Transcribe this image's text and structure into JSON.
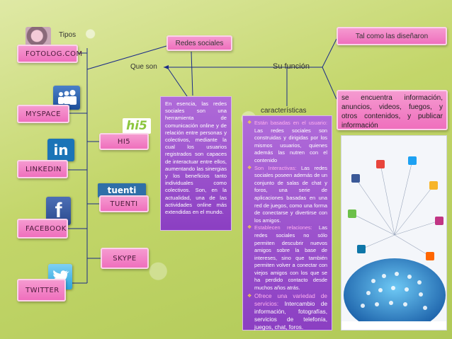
{
  "title": "Redes sociales",
  "labels": {
    "tipos": "Tipos",
    "que_son": "Que son",
    "su_funcion": "Su función",
    "caracteristicas": "características",
    "tal_como": "Tal como las diseñaron"
  },
  "networks": [
    {
      "name": "Fotolog.com"
    },
    {
      "name": "Myspace"
    },
    {
      "name": "Linkedin"
    },
    {
      "name": "Facebook"
    },
    {
      "name": "Twitter"
    },
    {
      "name": "Hi5"
    },
    {
      "name": "Tuenti"
    },
    {
      "name": "Skype"
    }
  ],
  "logos": {
    "hi5": "hi5",
    "tuenti": "tuenti",
    "linkedin": "in",
    "facebook": "f"
  },
  "definition": "En esencia, las redes sociales son una herramienta de comunicación online y de relación entre personas y colectivos, mediante la cual los usuarios registrados son capaces de interactuar entre ellos, aumentando las sinergias y los beneficios tanto individuales como colectivos. Son, en la actualidad, una de las actividades online más extendidas en el mundo.",
  "function_text": "se encuentra información, anuncios, videos, fuegos, y otros contenidos, y publicar información",
  "features": [
    {
      "head": "Están basadas en el usuario:",
      "body": " Las redes sociales son construidas y dirigidas por los mismos usuarios, quienes además las nutren con el contenido"
    },
    {
      "head": "Son Interactivas:",
      "body": " Las redes sociales poseen además de un conjunto de salas de chat y foros, una serie de aplicaciones basadas en una red de juegos, como una forma de conectarse y divertirse con los amigos."
    },
    {
      "head": "Establecen relaciones:",
      "body": " Las redes sociales no sólo permiten descubrir nuevos amigos sobre la base de intereses, sino que también permiten volver a conectar con viejos amigos con los que se ha perdido contacto desde muchos años atrás."
    },
    {
      "head": "Ofrece una variedad de servicios:",
      "body": " Intercambio de información, fotografías, servicios de telefonía, juegos, chat, foros."
    }
  ],
  "colors": {
    "background": "#c3d66a",
    "box_pink": "#f59ad0",
    "box_purple": "#8b3fc2",
    "line": "#1a2a88"
  }
}
